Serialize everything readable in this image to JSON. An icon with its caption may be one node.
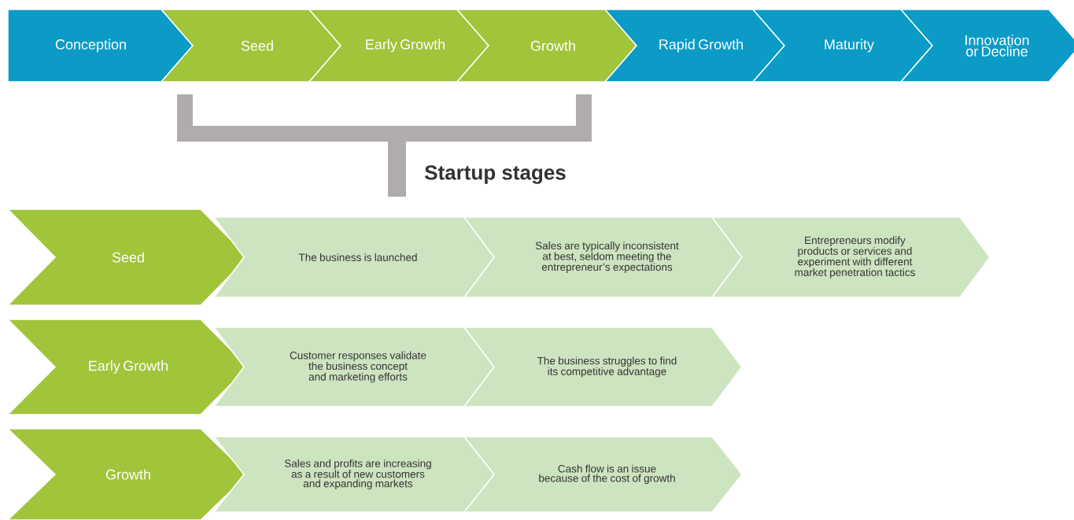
{
  "diagram": {
    "title": "Startup stages",
    "nodes": [
      {
        "text": [
          "Conception"
        ]
      },
      {
        "text": [
          "Seed"
        ]
      },
      {
        "text": [
          "Early Growth"
        ]
      },
      {
        "text": [
          "Growth"
        ]
      },
      {
        "text": [
          "Rapid Growth"
        ]
      },
      {
        "text": [
          "Maturity"
        ]
      },
      {
        "text": [
          "Innovation or Decline"
        ]
      },
      {
        "text": [
          "Seed"
        ]
      },
      {
        "text": [
          "The business is launched"
        ]
      },
      {
        "text": [
          "Sales are typically inconsistent at best, seldom meeting the entrepreneur’s expectations"
        ]
      },
      {
        "text": [
          "Entrepreneurs modify products or services and experiment with different market penetration tactics"
        ]
      },
      {
        "text": [
          "Early Growth"
        ]
      },
      {
        "text": [
          "Customer responses validate the business concept and marketing efforts"
        ]
      },
      {
        "text": [
          "The business struggles to find its competitive advantage"
        ]
      },
      {
        "text": [
          "Growth"
        ]
      },
      {
        "text": [
          "Sales and profits are increasing as a result of new customers and expanding markets"
        ]
      },
      {
        "text": [
          "Cash flow is an issue because of the cost of growth"
        ]
      }
    ],
    "edges": []
  }
}
